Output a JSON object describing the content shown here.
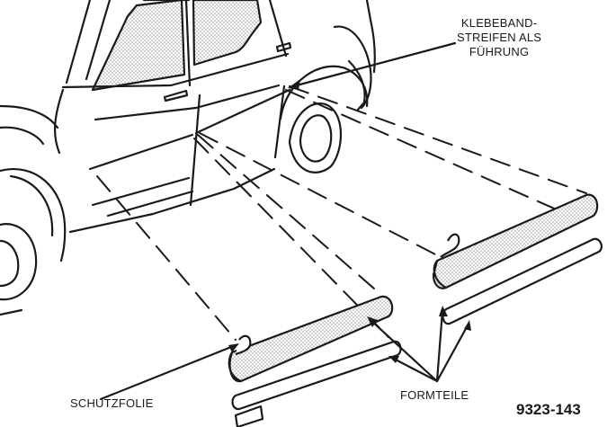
{
  "labels": {
    "adhesive_tape": [
      "KLEBEBAND-",
      "STREIFEN ALS",
      "FÜHRUNG"
    ],
    "protective_film": "SCHUTZFOLIE",
    "molded_parts": "FORMTEILE",
    "figure_number": "9323-143"
  },
  "colors": {
    "ink": "#1a1a1a",
    "stipple": "#b8b8b8",
    "background": "#ffffff"
  }
}
